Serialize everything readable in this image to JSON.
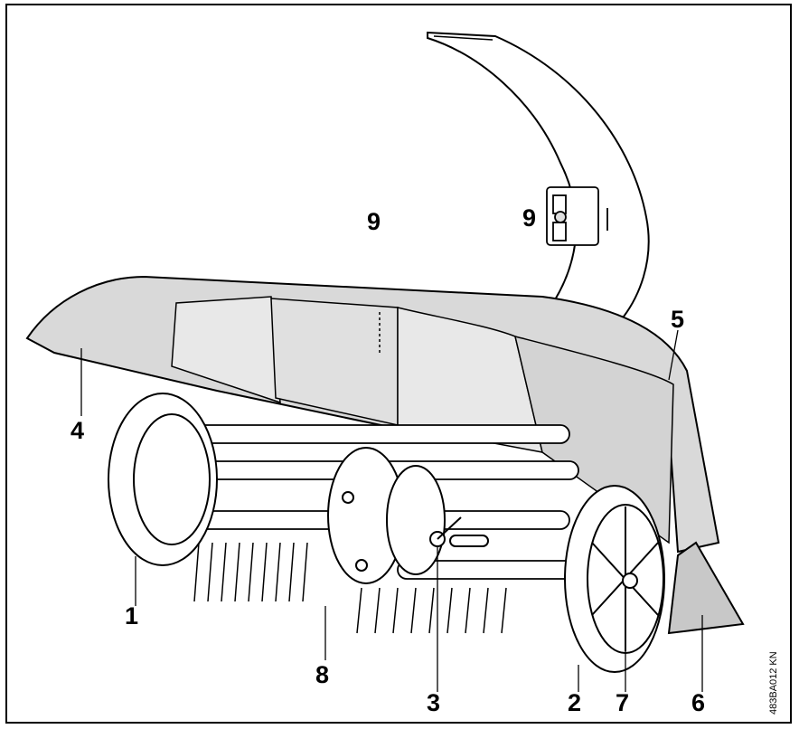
{
  "diagram": {
    "callouts": [
      "1",
      "2",
      "3",
      "4",
      "5",
      "6",
      "7",
      "8",
      "9",
      "9"
    ],
    "figure_code": "483BA012 KN"
  },
  "colors": {
    "outline": "#000000",
    "cover_fill": "#d9d9d9",
    "cover_light": "#e8e8e8",
    "metal": "#bdbdbd",
    "background": "#ffffff"
  }
}
